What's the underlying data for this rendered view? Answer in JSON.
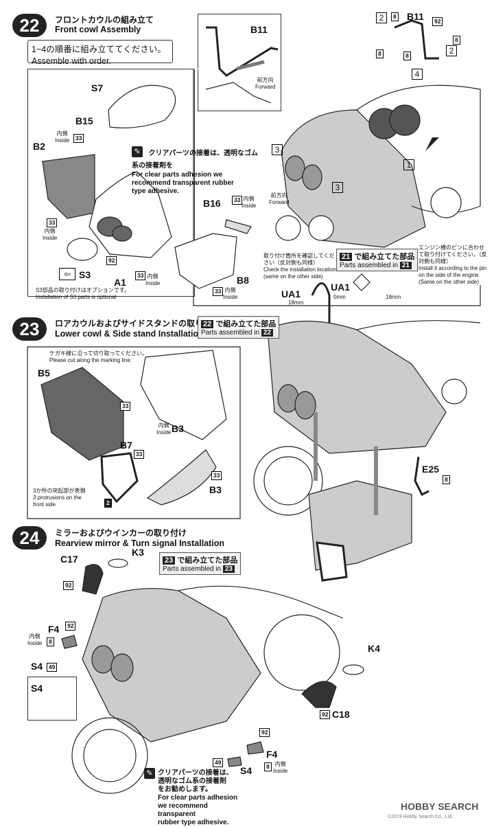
{
  "step22": {
    "number": "22",
    "title_jp": "フロントカウルの組み立て",
    "title_en": "Front cowl Assembly",
    "order_jp": "1~4の順番に組み立ててください。",
    "order_en": "Assemble with order.",
    "parts": {
      "s7": "S7",
      "b15": "B15",
      "b2": "B2",
      "b16": "B16",
      "b8": "B8",
      "a1": "A1",
      "s3": "S3",
      "b11": "B11"
    },
    "inside_jp": "内側",
    "inside_en": "Inside",
    "clear_note_jp": "クリアパーツの接着は、透明なゴム系の接着剤を",
    "clear_note_jp2": "ゴム系の接着剤を",
    "clear_note_en1": "For clear parts adhesion we",
    "clear_note_en2": "recommend transparent rubber",
    "clear_note_en3": "type adhesive.",
    "option_jp": "S3部品の取り付けはオプションです。",
    "option_en": "Installation of S3 parts is optional",
    "forward_jp": "前方向",
    "forward_en": "Forward",
    "check_jp": "取り付け箇所を確認してください（反対側も同様）",
    "check_en": "Check the installation location (same on the other side)",
    "pin_jp": "エンジン横のピンに合わせて取り付けてください。（反対側も同様）",
    "pin_en": "Install it according to the pin on the side of the engine. (Same on the other side)",
    "ref_jp": "で組み立てた部品",
    "ref_en": "Parts assembled in",
    "ref_num": "21",
    "steps": [
      "1",
      "2",
      "3",
      "4"
    ],
    "codes": {
      "c33": "33",
      "c92": "92",
      "c8": "8"
    }
  },
  "ua1": {
    "label": "UA1",
    "len1": "18mm",
    "len2": "0mm",
    "len3": "18mm"
  },
  "step23": {
    "number": "23",
    "title_jp": "ロアカウルおよびサイドスタンドの取り付け",
    "title_en": "Lower cowl & Side stand Installation",
    "ref_num": "22",
    "ref_jp": "で組み立てた部品",
    "ref_en": "Parts assembled in",
    "cut_jp": "ケガキ線に沿って切り取ってください。",
    "cut_en": "Please cut along the marking line.",
    "parts": {
      "b5": "B5",
      "b3": "B3",
      "b7": "B7",
      "e25": "E25"
    },
    "inside_jp": "内側",
    "inside_en": "Inside",
    "protrusion_jp": "3か所の突起部が表側",
    "protrusion_en1": "3 protrusions on the",
    "protrusion_en2": "front side",
    "codes": {
      "c33": "33",
      "c2": "2",
      "c8": "8"
    }
  },
  "step24": {
    "number": "24",
    "title_jp": "ミラーおよびウインカーの取り付け",
    "title_en": "Rearview mirror & Turn signal Installation",
    "ref_num": "23",
    "ref_jp": "で組み立てた部品",
    "ref_en": "Parts assembled in",
    "parts": {
      "c17": "C17",
      "k3": "K3",
      "f4": "F4",
      "s4": "S4",
      "k4": "K4",
      "c18": "C18"
    },
    "inside_jp": "内側",
    "inside_en": "Inside",
    "clear_jp1": "クリアパーツの接着は、",
    "clear_jp2": "透明なゴム系の接着剤",
    "clear_jp3": "をお勧めします。",
    "clear_en1": "For clear parts adhesion",
    "clear_en2": "we recommend transparent",
    "clear_en3": "rubber type adhesive.",
    "codes": {
      "c92": "92",
      "c8": "8",
      "c49": "49"
    }
  },
  "watermark": "HOBBY SEARCH",
  "copyright": "©2019 Hobby Search Co., Ltd."
}
